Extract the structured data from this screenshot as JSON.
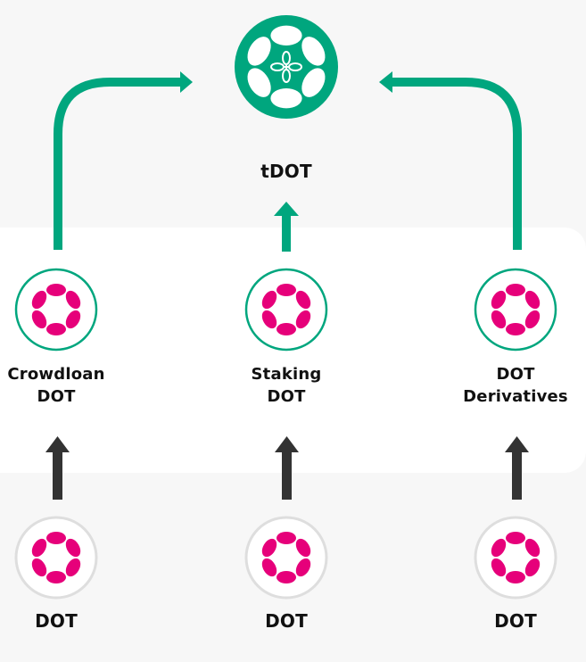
{
  "colors": {
    "background": "#f7f7f7",
    "panel": "#ffffff",
    "green": "#00a67e",
    "pink": "#e6007a",
    "dark_arrow": "#333333",
    "gray_ring": "#dedede"
  },
  "top": {
    "label": "tDOT",
    "icon": "tdot-logo-icon"
  },
  "middle": [
    {
      "line1": "Crowdloan",
      "line2": "DOT",
      "icon": "polkadot-icon"
    },
    {
      "line1": "Staking",
      "line2": "DOT",
      "icon": "polkadot-icon"
    },
    {
      "line1": "DOT",
      "line2": "Derivatives",
      "icon": "polkadot-icon"
    }
  ],
  "bottom": [
    {
      "label": "DOT",
      "icon": "polkadot-icon"
    },
    {
      "label": "DOT",
      "icon": "polkadot-icon"
    },
    {
      "label": "DOT",
      "icon": "polkadot-icon"
    }
  ]
}
